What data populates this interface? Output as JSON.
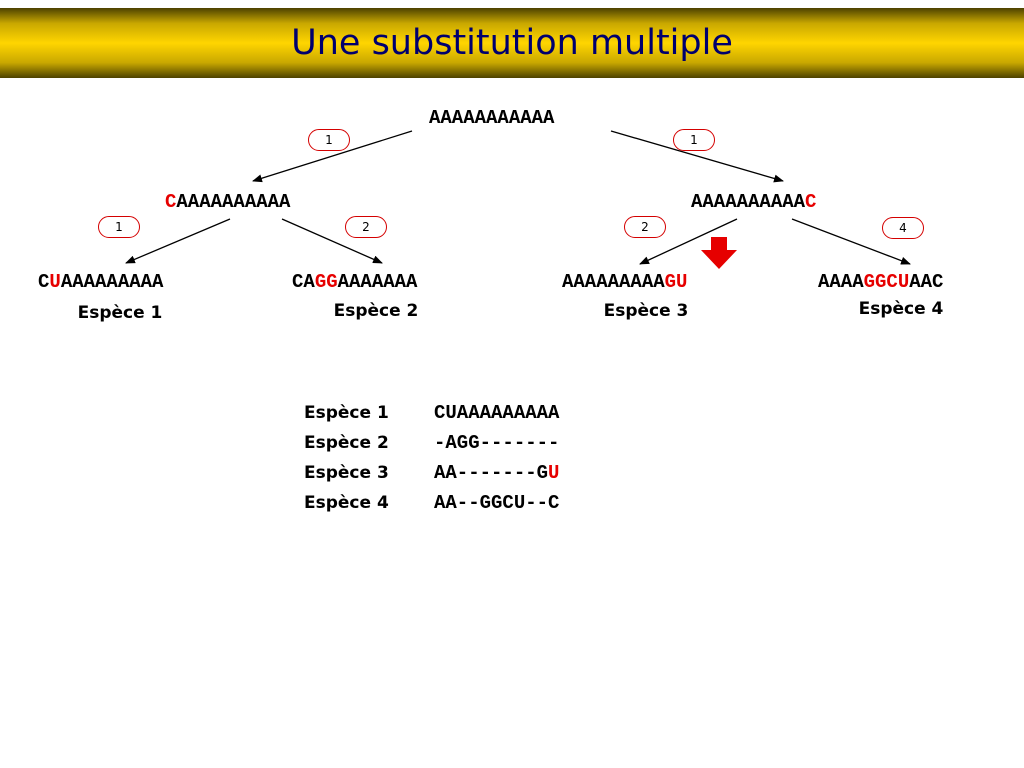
{
  "title": "Une substitution multiple",
  "colors": {
    "highlight": "#e60000",
    "title_text": "#00006e",
    "step_border": "#d40000",
    "marker": "#e60000"
  },
  "tree": {
    "root": {
      "parts": [
        {
          "text": "AAAAAAAAAAA",
          "hl": false
        }
      ]
    },
    "left_node": {
      "parts": [
        {
          "text": "C",
          "hl": true
        },
        {
          "text": "AAAAAAAAAA",
          "hl": false
        }
      ]
    },
    "right_node": {
      "parts": [
        {
          "text": "AAAAAAAAAA",
          "hl": false
        },
        {
          "text": "C",
          "hl": true
        }
      ]
    },
    "leaves": [
      {
        "parts": [
          {
            "text": "C",
            "hl": false
          },
          {
            "text": "U",
            "hl": true
          },
          {
            "text": "AAAAAAAAA",
            "hl": false
          }
        ],
        "label": "Espèce 1"
      },
      {
        "parts": [
          {
            "text": "CA",
            "hl": false
          },
          {
            "text": "GG",
            "hl": true
          },
          {
            "text": "AAAAAAA",
            "hl": false
          }
        ],
        "label": "Espèce 2"
      },
      {
        "parts": [
          {
            "text": "AAAAAAAAA",
            "hl": false
          },
          {
            "text": "GU",
            "hl": true
          }
        ],
        "label": "Espèce 3"
      },
      {
        "parts": [
          {
            "text": "AAAA",
            "hl": false
          },
          {
            "text": "GGCU",
            "hl": true
          },
          {
            "text": "AAC",
            "hl": false
          }
        ],
        "label": "Espèce 4"
      }
    ],
    "steps": {
      "root_left": "1",
      "root_right": "1",
      "left_leaf1": "1",
      "left_leaf2": "2",
      "right_leaf3": "2",
      "right_leaf4": "4"
    },
    "marker_icon": "red-down-arrow-icon"
  },
  "alignment": [
    {
      "name": "Espèce 1",
      "parts": [
        {
          "text": "CUAAAAAAAAA",
          "hl": false
        }
      ]
    },
    {
      "name": "Espèce 2",
      "parts": [
        {
          "text": "-AGG-------",
          "hl": false
        }
      ]
    },
    {
      "name": "Espèce 3",
      "parts": [
        {
          "text": "AA-------G",
          "hl": false
        },
        {
          "text": "U",
          "hl": true
        }
      ]
    },
    {
      "name": "Espèce 4",
      "parts": [
        {
          "text": "AA--GGCU--C",
          "hl": false
        }
      ]
    }
  ]
}
